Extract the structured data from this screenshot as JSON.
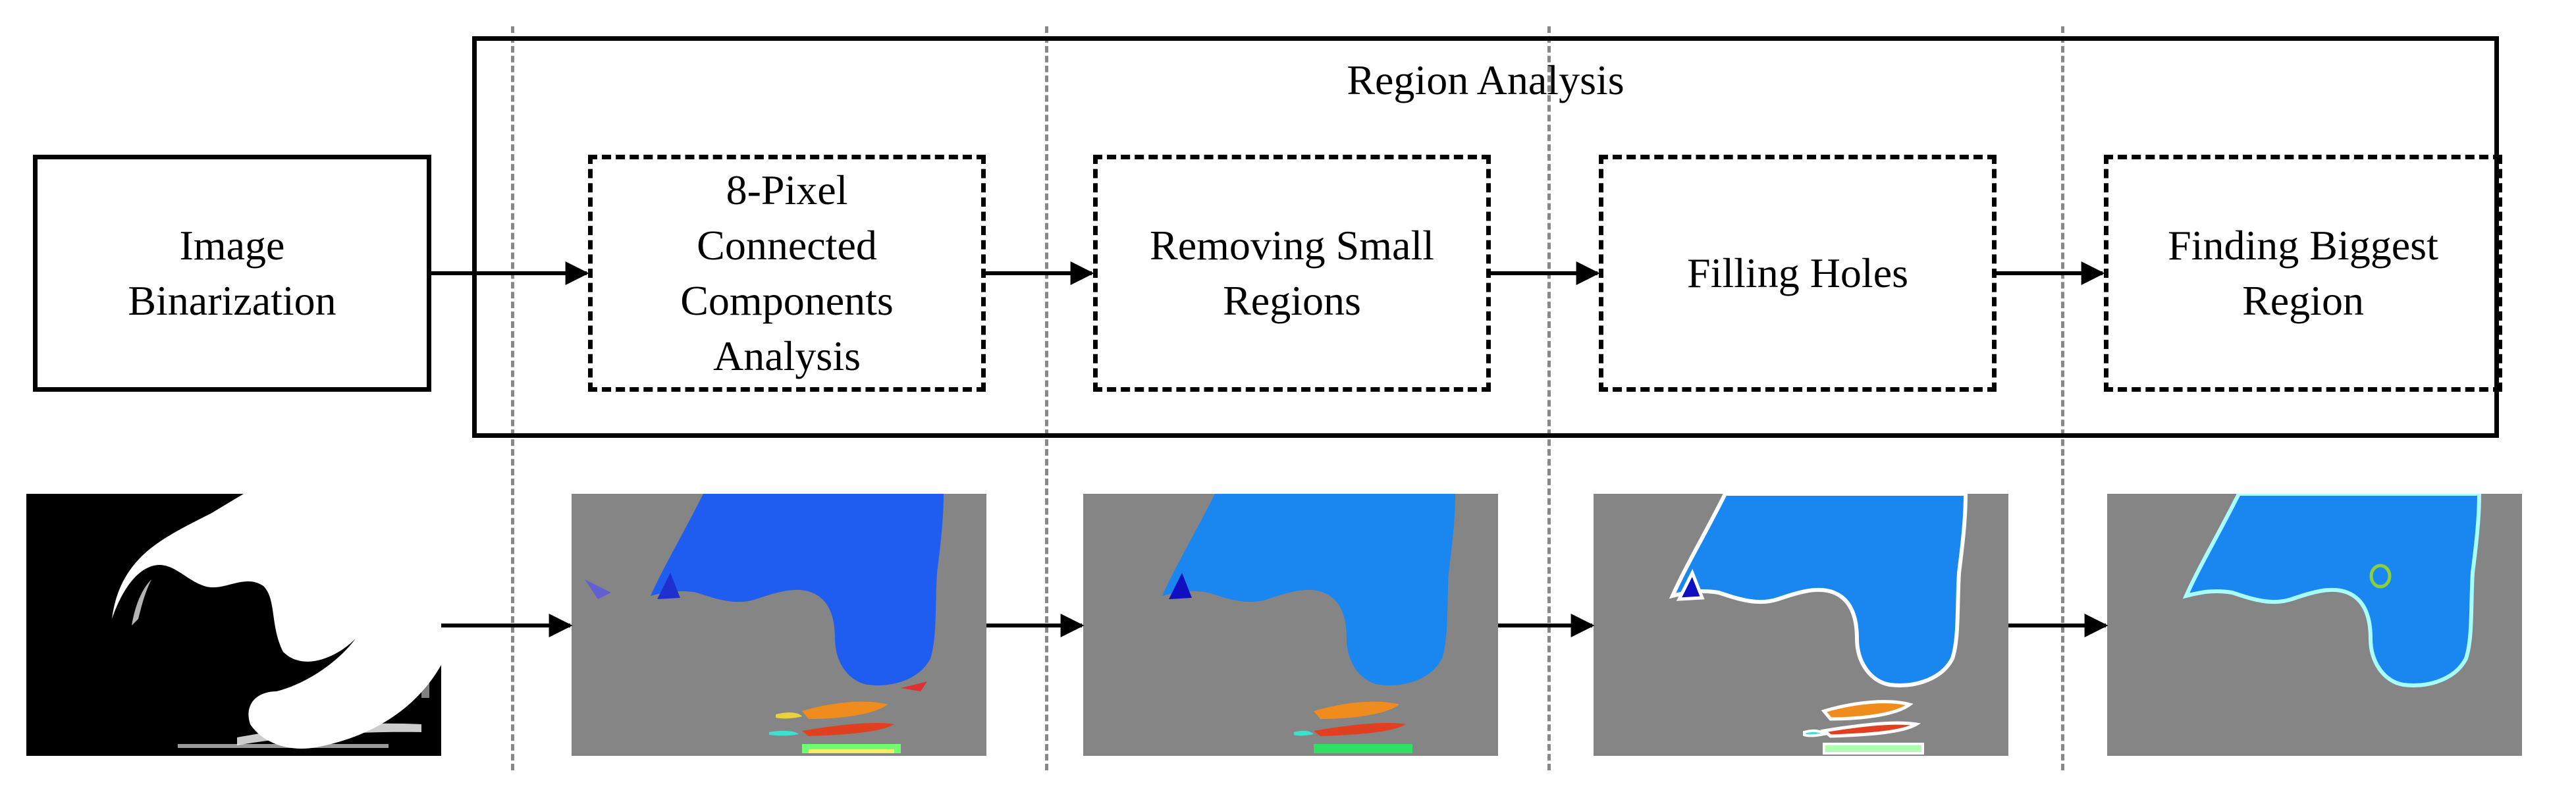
{
  "diagram": {
    "image_binarization": "Image\nBinarization",
    "region_analysis_title": "Region Analysis",
    "steps": [
      "8-Pixel\nConnected\nComponents\nAnalysis",
      "Removing Small\nRegions",
      "Filling  Holes",
      "Finding Biggest\nRegion"
    ]
  },
  "colors": {
    "background_gray": "#858585",
    "region_blue": "#1a86f0",
    "region_blue_dark": "#1f5df0",
    "small_region_navy": "#1010c0",
    "orange": "#f08c1e",
    "red": "#e04020",
    "green": "#30e060",
    "boundary_white": "#ffffff",
    "boundary_cyan": "#a8ffff",
    "seed_green": "#88d040"
  }
}
